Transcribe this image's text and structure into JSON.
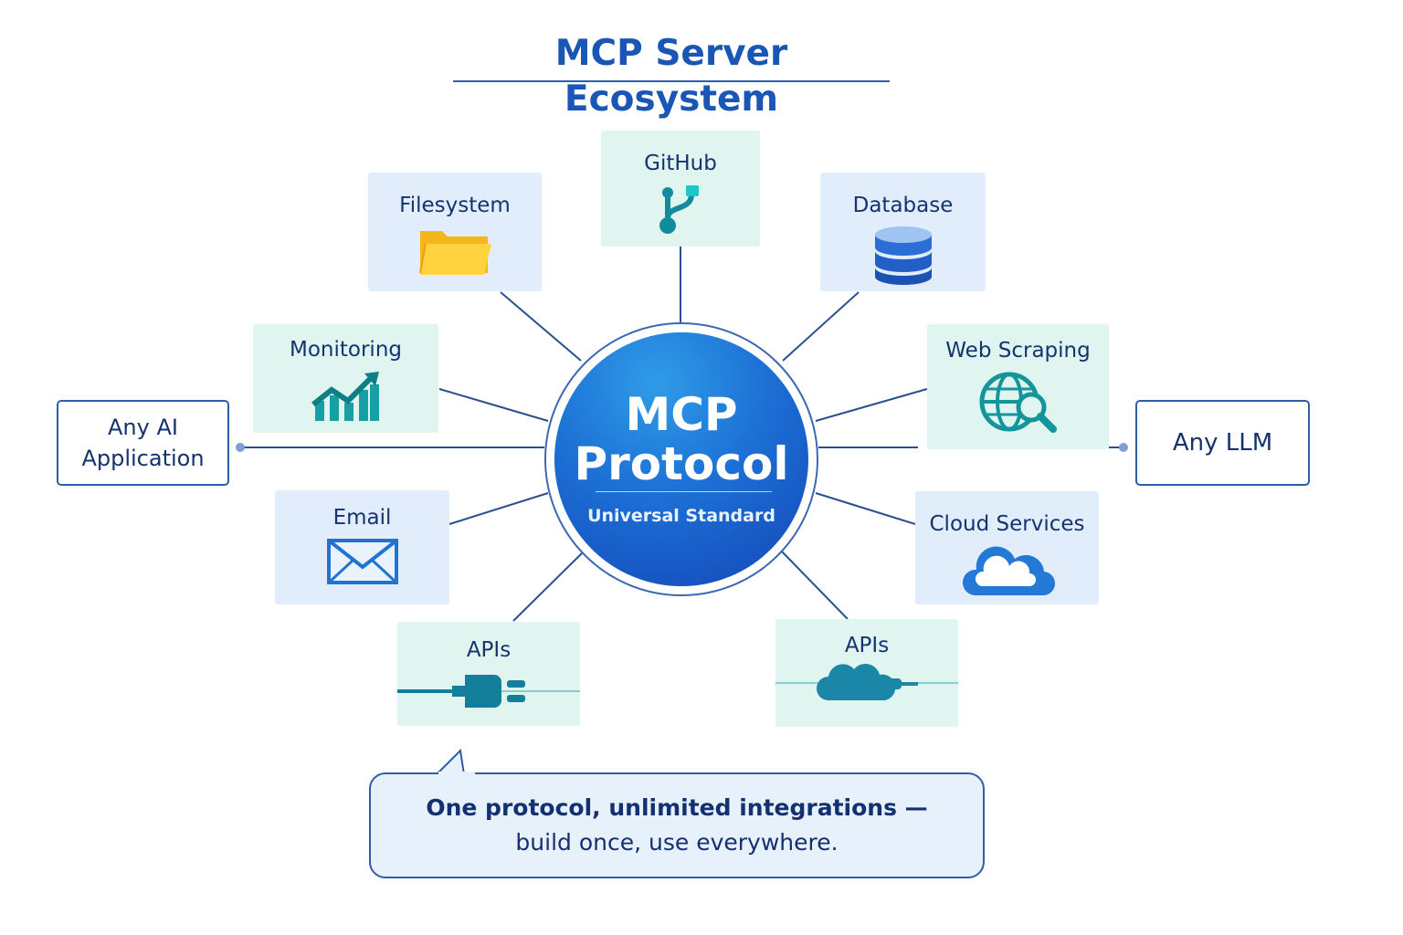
{
  "title": "MCP Server Ecosystem",
  "hub": {
    "line1": "MCP",
    "line2": "Protocol",
    "subtitle": "Universal Standard"
  },
  "nodes": {
    "github": {
      "label": "GitHub",
      "icon": "git-branch-icon"
    },
    "filesystem": {
      "label": "Filesystem",
      "icon": "folder-icon"
    },
    "database": {
      "label": "Database",
      "icon": "database-icon"
    },
    "monitoring": {
      "label": "Monitoring",
      "icon": "chart-trend-icon"
    },
    "web_scraping": {
      "label": "Web Scraping",
      "icon": "globe-search-icon"
    },
    "email": {
      "label": "Email",
      "icon": "envelope-icon"
    },
    "cloud_services": {
      "label": "Cloud Services",
      "icon": "cloud-icon"
    },
    "apis_left": {
      "label": "APIs",
      "icon": "plug-icon"
    },
    "apis_right": {
      "label": "APIs",
      "icon": "cloud-plug-icon"
    }
  },
  "endpoints": {
    "left": {
      "line1": "Any AI",
      "line2": "Application"
    },
    "right": {
      "label": "Any LLM"
    }
  },
  "callout": {
    "line1": "One protocol, unlimited integrations —",
    "line2": "build once, use everywhere."
  },
  "colors": {
    "accent": "#1a56b6",
    "hub_gradient_start": "#2f9ce8",
    "hub_gradient_end": "#1446b8",
    "green_tile": "#e0f5ef",
    "blue_tile": "#e1edfa",
    "line": "#2b4f8f"
  }
}
